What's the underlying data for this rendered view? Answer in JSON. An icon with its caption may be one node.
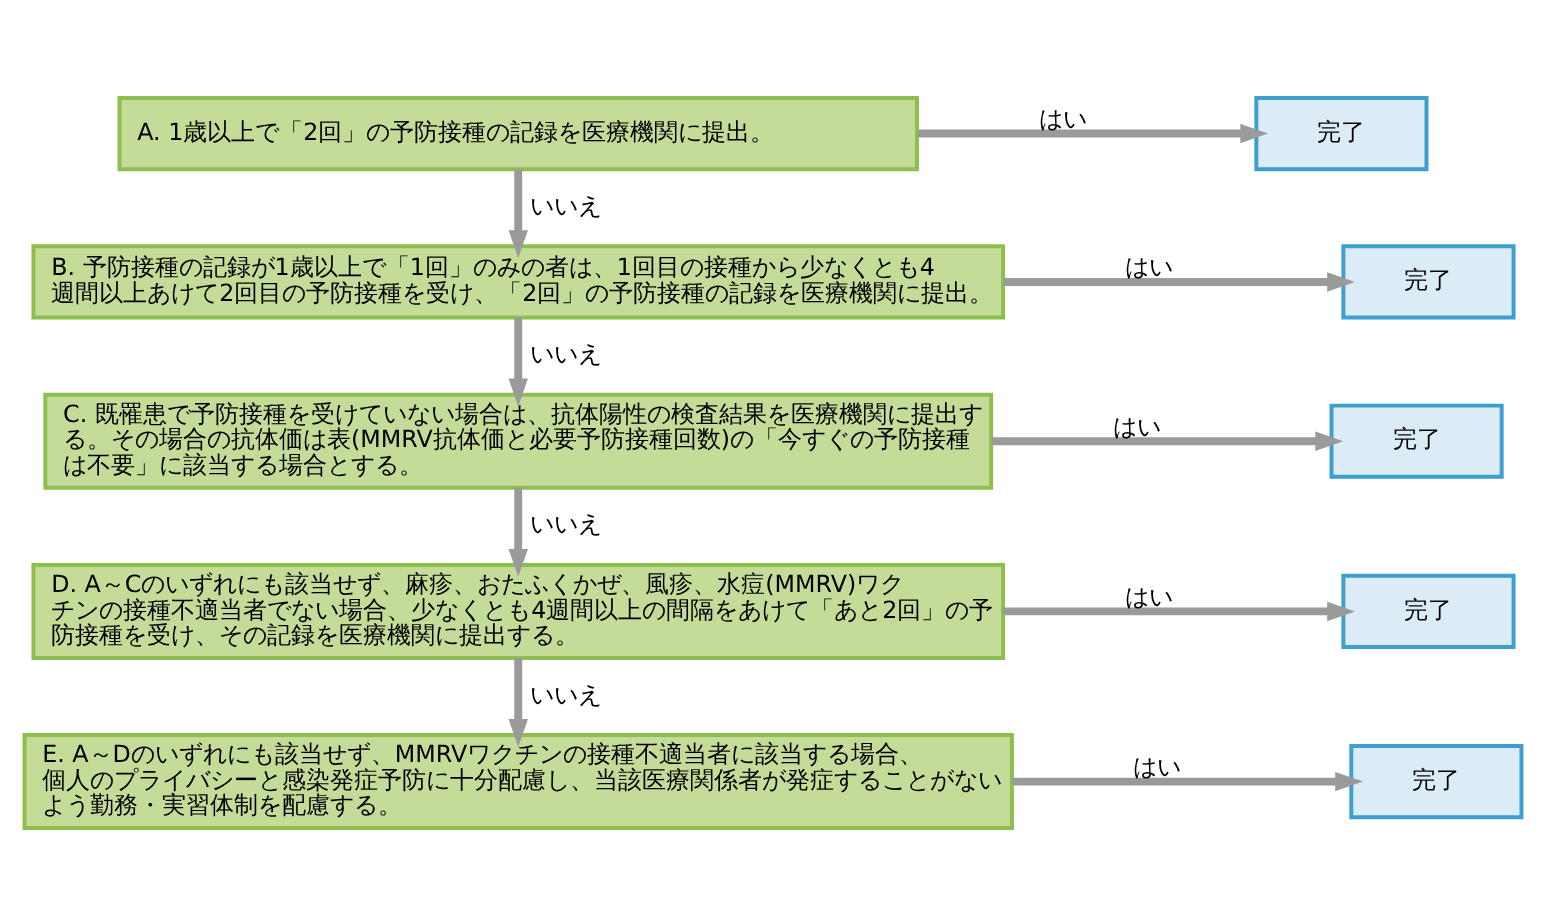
{
  "diagram": {
    "nodes": [
      {
        "text": [
          "A. 1歳以上で「2回」の予防接種の記録を医療機関に提出。"
        ]
      },
      {
        "text": [
          "完了"
        ]
      },
      {
        "text": [
          "B. 予防接種の記録が1歳以上で「1回」のみの者は、1回目の接種から少なくとも4週間以上あけて2回目の予防接種を受け、「2回」の予防接種の記録を医療機関に提出。"
        ]
      },
      {
        "text": [
          "完了"
        ]
      },
      {
        "text": [
          "C. 既罹患で予防接種を受けていない場合は、抗体陽性の検査結果を医療機関に提出する。その場合の抗体価は表(MMRV抗体価と必要予防接種回数)の「今すぐの予防接種は不要」に該当する場合とする。"
        ]
      },
      {
        "text": [
          "完了"
        ]
      },
      {
        "text": [
          "D. A～Cのいずれにも該当せず、麻疹、おたふくかぜ、風疹、水痘(MMRV)ワクチンの接種不適当者でない場合、少なくとも4週間以上の間隔をあけて「あと2回」の予防接種を受け、その記録を医療機関に提出する。"
        ]
      },
      {
        "text": [
          "完了"
        ]
      },
      {
        "text": [
          "E. A～Dのいずれにも該当せず、MMRVワクチンの接種不適当者に該当する場合、個人のプライバシーと感染発症予防に十分配慮し、当該医療関係者が発症することがないよう勤務・実習体制を配慮する。"
        ]
      },
      {
        "text": [
          "完了"
        ]
      }
    ],
    "edges": [
      {
        "from": 0,
        "to": 1,
        "arrow": "to",
        "label": "はい"
      },
      {
        "from": 0,
        "to": 2,
        "arrow": "to",
        "label": "いいえ"
      },
      {
        "from": 2,
        "to": 3,
        "arrow": "to",
        "label": "はい"
      },
      {
        "from": 2,
        "to": 4,
        "arrow": "to",
        "label": "いいえ"
      },
      {
        "from": 4,
        "to": 5,
        "arrow": "to",
        "label": "はい"
      },
      {
        "from": 4,
        "to": 6,
        "arrow": "to",
        "label": "いいえ"
      },
      {
        "from": 6,
        "to": 7,
        "arrow": "to",
        "label": "はい"
      },
      {
        "from": 6,
        "to": 8,
        "arrow": "to",
        "label": "いいえ"
      },
      {
        "from": 8,
        "to": 9,
        "arrow": "to",
        "label": "はい"
      }
    ]
  }
}
